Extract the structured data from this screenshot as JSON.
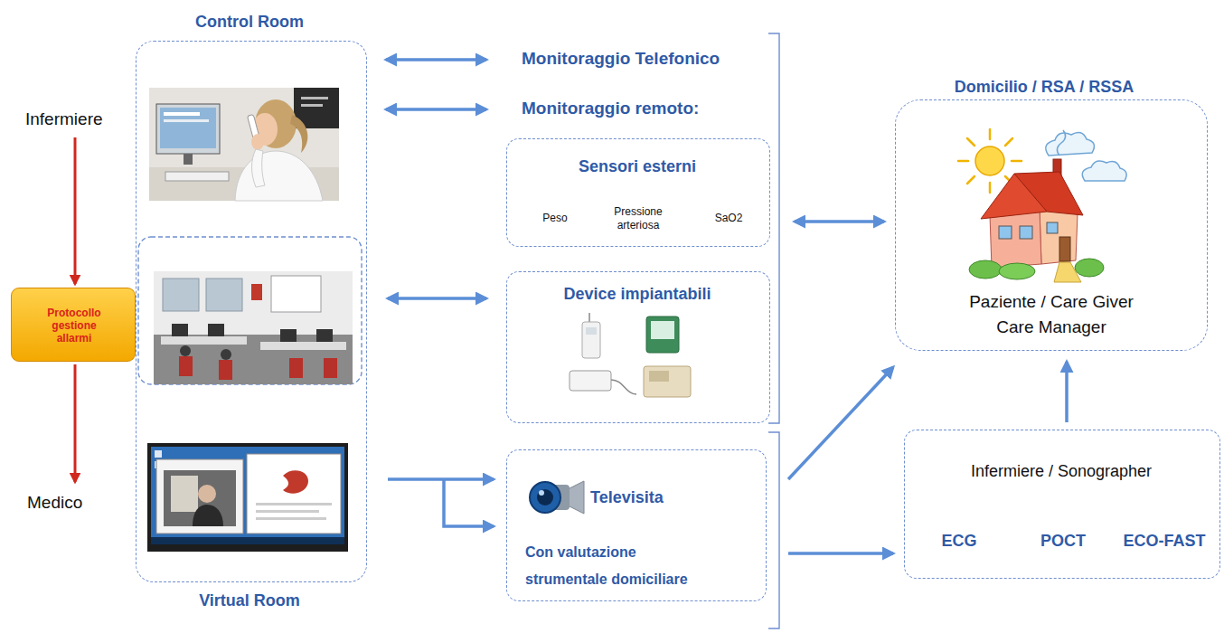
{
  "diagram": {
    "nodes": [
      {
        "text": [
          "Control Room",
          "Virtual Room"
        ]
      },
      {
        "text": [
          "Protocollo gestione allarmi"
        ]
      },
      {
        "text": [
          "Sensori esterni",
          "Peso",
          "Pressione arteriosa",
          "SaO2"
        ]
      },
      {
        "text": [
          "Device impiantabili"
        ]
      },
      {
        "text": [
          "Televisita",
          "Con valutazione strumentale domiciliare"
        ]
      },
      {
        "text": [
          "Domicilio / RSA / RSSA",
          "Paziente / Care Giver Care Manager"
        ]
      },
      {
        "text": [
          "Infermiere / Sonographer",
          "ECG",
          "POCT",
          "ECO-FAST"
        ]
      }
    ],
    "edges": [
      {
        "from": 0,
        "to": 3,
        "arrow": "both"
      },
      {
        "from": 0,
        "to": 4,
        "arrow": "to"
      },
      {
        "from": 2,
        "to": 5,
        "arrow": "both"
      },
      {
        "from": 4,
        "to": 5,
        "arrow": "to"
      },
      {
        "from": 4,
        "to": 6,
        "arrow": "to"
      },
      {
        "from": 6,
        "to": 5,
        "arrow": "to"
      }
    ],
    "labels": [
      "Infermiere",
      "Medico",
      "Monitoraggio Telefonico",
      "Monitoraggio remoto:"
    ]
  }
}
